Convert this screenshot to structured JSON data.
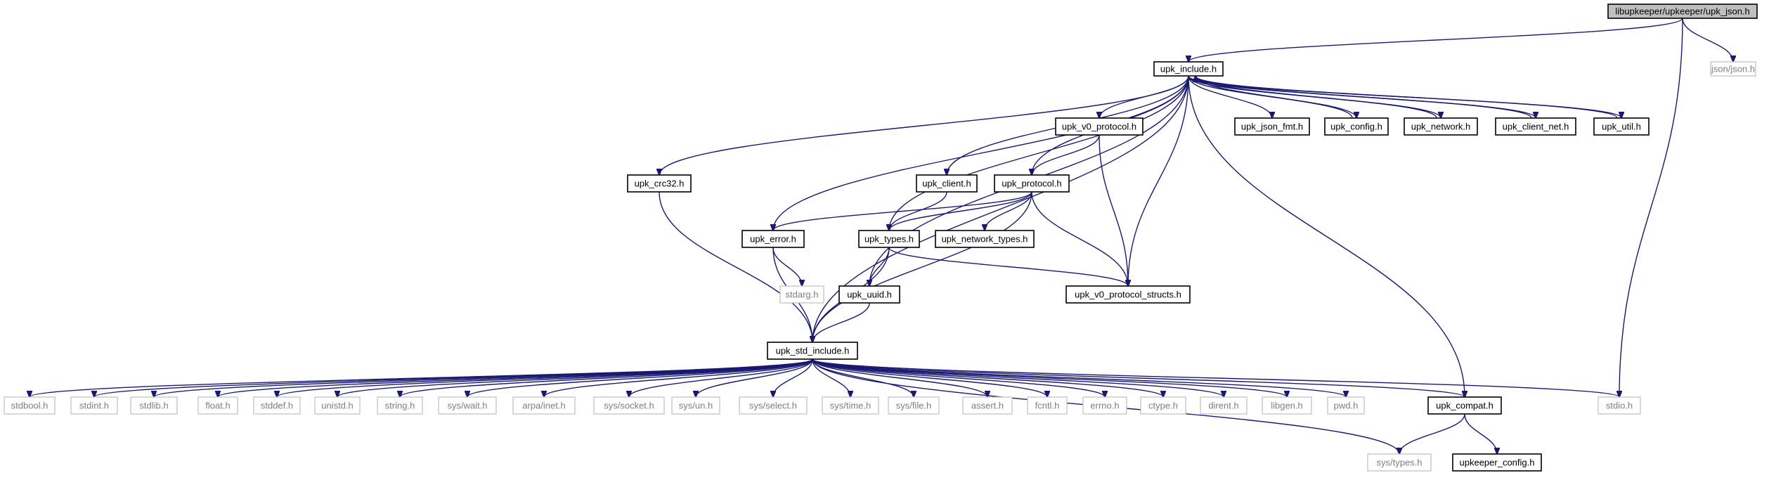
{
  "colors": {
    "edge": "#191970",
    "node_border": "#000000",
    "external_border": "#bfbfbf",
    "root_fill": "#bfbfbf",
    "external_text": "#7f7f7f"
  },
  "nodes": [
    {
      "id": "root",
      "label": "libupkeeper/upkeeper/upk_json.h",
      "kind": "root"
    },
    {
      "id": "upk_include",
      "label": "upk_include.h",
      "kind": "internal"
    },
    {
      "id": "json_json",
      "label": "json/json.h",
      "kind": "external"
    },
    {
      "id": "upk_v0_protocol",
      "label": "upk_v0_protocol.h",
      "kind": "internal"
    },
    {
      "id": "upk_json_fmt",
      "label": "upk_json_fmt.h",
      "kind": "internal"
    },
    {
      "id": "upk_config",
      "label": "upk_config.h",
      "kind": "internal"
    },
    {
      "id": "upk_network",
      "label": "upk_network.h",
      "kind": "internal"
    },
    {
      "id": "upk_client_net",
      "label": "upk_client_net.h",
      "kind": "internal"
    },
    {
      "id": "upk_util",
      "label": "upk_util.h",
      "kind": "internal"
    },
    {
      "id": "upk_crc32",
      "label": "upk_crc32.h",
      "kind": "internal"
    },
    {
      "id": "upk_client",
      "label": "upk_client.h",
      "kind": "internal"
    },
    {
      "id": "upk_protocol",
      "label": "upk_protocol.h",
      "kind": "internal"
    },
    {
      "id": "upk_error",
      "label": "upk_error.h",
      "kind": "internal"
    },
    {
      "id": "upk_types",
      "label": "upk_types.h",
      "kind": "internal"
    },
    {
      "id": "upk_network_types",
      "label": "upk_network_types.h",
      "kind": "internal"
    },
    {
      "id": "stdarg",
      "label": "stdarg.h",
      "kind": "external"
    },
    {
      "id": "upk_uuid",
      "label": "upk_uuid.h",
      "kind": "internal"
    },
    {
      "id": "upk_v0_protocol_structs",
      "label": "upk_v0_protocol_structs.h",
      "kind": "internal"
    },
    {
      "id": "upk_std_include",
      "label": "upk_std_include.h",
      "kind": "internal"
    },
    {
      "id": "stdbool",
      "label": "stdbool.h",
      "kind": "external"
    },
    {
      "id": "stdint",
      "label": "stdint.h",
      "kind": "external"
    },
    {
      "id": "stdlib",
      "label": "stdlib.h",
      "kind": "external"
    },
    {
      "id": "float",
      "label": "float.h",
      "kind": "external"
    },
    {
      "id": "stddef",
      "label": "stddef.h",
      "kind": "external"
    },
    {
      "id": "unistd",
      "label": "unistd.h",
      "kind": "external"
    },
    {
      "id": "string",
      "label": "string.h",
      "kind": "external"
    },
    {
      "id": "sys_wait",
      "label": "sys/wait.h",
      "kind": "external"
    },
    {
      "id": "arpa_inet",
      "label": "arpa/inet.h",
      "kind": "external"
    },
    {
      "id": "sys_socket",
      "label": "sys/socket.h",
      "kind": "external"
    },
    {
      "id": "sys_un",
      "label": "sys/un.h",
      "kind": "external"
    },
    {
      "id": "sys_select",
      "label": "sys/select.h",
      "kind": "external"
    },
    {
      "id": "sys_time",
      "label": "sys/time.h",
      "kind": "external"
    },
    {
      "id": "sys_file",
      "label": "sys/file.h",
      "kind": "external"
    },
    {
      "id": "assert",
      "label": "assert.h",
      "kind": "external"
    },
    {
      "id": "fcntl",
      "label": "fcntl.h",
      "kind": "external"
    },
    {
      "id": "errno",
      "label": "errno.h",
      "kind": "external"
    },
    {
      "id": "ctype",
      "label": "ctype.h",
      "kind": "external"
    },
    {
      "id": "dirent",
      "label": "dirent.h",
      "kind": "external"
    },
    {
      "id": "libgen",
      "label": "libgen.h",
      "kind": "external"
    },
    {
      "id": "pwd",
      "label": "pwd.h",
      "kind": "external"
    },
    {
      "id": "upk_compat",
      "label": "upk_compat.h",
      "kind": "internal"
    },
    {
      "id": "stdio",
      "label": "stdio.h",
      "kind": "external"
    },
    {
      "id": "sys_types",
      "label": "sys/types.h",
      "kind": "external"
    },
    {
      "id": "upkeeper_config",
      "label": "upkeeper_config.h",
      "kind": "internal"
    }
  ],
  "edges": [
    [
      "root",
      "upk_include"
    ],
    [
      "root",
      "json_json"
    ],
    [
      "root",
      "stdio"
    ],
    [
      "upk_include",
      "upk_v0_protocol"
    ],
    [
      "upk_include",
      "upk_json_fmt"
    ],
    [
      "upk_include",
      "upk_config"
    ],
    [
      "upk_include",
      "upk_network"
    ],
    [
      "upk_include",
      "upk_client_net"
    ],
    [
      "upk_include",
      "upk_util"
    ],
    [
      "upk_include",
      "upk_crc32"
    ],
    [
      "upk_include",
      "upk_client"
    ],
    [
      "upk_include",
      "upk_protocol"
    ],
    [
      "upk_include",
      "upk_error"
    ],
    [
      "upk_include",
      "upk_types"
    ],
    [
      "upk_include",
      "upk_uuid"
    ],
    [
      "upk_include",
      "upk_v0_protocol_structs"
    ],
    [
      "upk_include",
      "upk_std_include"
    ],
    [
      "upk_include",
      "upk_compat"
    ],
    [
      "upk_config",
      "upk_include"
    ],
    [
      "upk_network",
      "upk_include"
    ],
    [
      "upk_client_net",
      "upk_include"
    ],
    [
      "upk_util",
      "upk_include"
    ],
    [
      "upk_v0_protocol",
      "upk_protocol"
    ],
    [
      "upk_v0_protocol",
      "upk_v0_protocol_structs"
    ],
    [
      "upk_crc32",
      "upk_std_include"
    ],
    [
      "upk_client",
      "upk_types"
    ],
    [
      "upk_protocol",
      "upk_error"
    ],
    [
      "upk_protocol",
      "upk_types"
    ],
    [
      "upk_protocol",
      "upk_network_types"
    ],
    [
      "upk_protocol",
      "upk_v0_protocol_structs"
    ],
    [
      "upk_protocol",
      "upk_std_include"
    ],
    [
      "upk_error",
      "stdarg"
    ],
    [
      "upk_error",
      "upk_std_include"
    ],
    [
      "upk_types",
      "upk_uuid"
    ],
    [
      "upk_types",
      "upk_v0_protocol_structs"
    ],
    [
      "upk_types",
      "upk_std_include"
    ],
    [
      "upk_uuid",
      "upk_std_include"
    ],
    [
      "upk_std_include",
      "stdbool"
    ],
    [
      "upk_std_include",
      "stdint"
    ],
    [
      "upk_std_include",
      "stdlib"
    ],
    [
      "upk_std_include",
      "float"
    ],
    [
      "upk_std_include",
      "stddef"
    ],
    [
      "upk_std_include",
      "unistd"
    ],
    [
      "upk_std_include",
      "string"
    ],
    [
      "upk_std_include",
      "sys_wait"
    ],
    [
      "upk_std_include",
      "arpa_inet"
    ],
    [
      "upk_std_include",
      "sys_socket"
    ],
    [
      "upk_std_include",
      "sys_un"
    ],
    [
      "upk_std_include",
      "sys_select"
    ],
    [
      "upk_std_include",
      "sys_time"
    ],
    [
      "upk_std_include",
      "sys_file"
    ],
    [
      "upk_std_include",
      "assert"
    ],
    [
      "upk_std_include",
      "fcntl"
    ],
    [
      "upk_std_include",
      "errno"
    ],
    [
      "upk_std_include",
      "ctype"
    ],
    [
      "upk_std_include",
      "dirent"
    ],
    [
      "upk_std_include",
      "libgen"
    ],
    [
      "upk_std_include",
      "pwd"
    ],
    [
      "upk_std_include",
      "upk_compat"
    ],
    [
      "upk_std_include",
      "stdio"
    ],
    [
      "upk_std_include",
      "sys_types"
    ],
    [
      "upk_compat",
      "sys_types"
    ],
    [
      "upk_compat",
      "upkeeper_config"
    ]
  ]
}
